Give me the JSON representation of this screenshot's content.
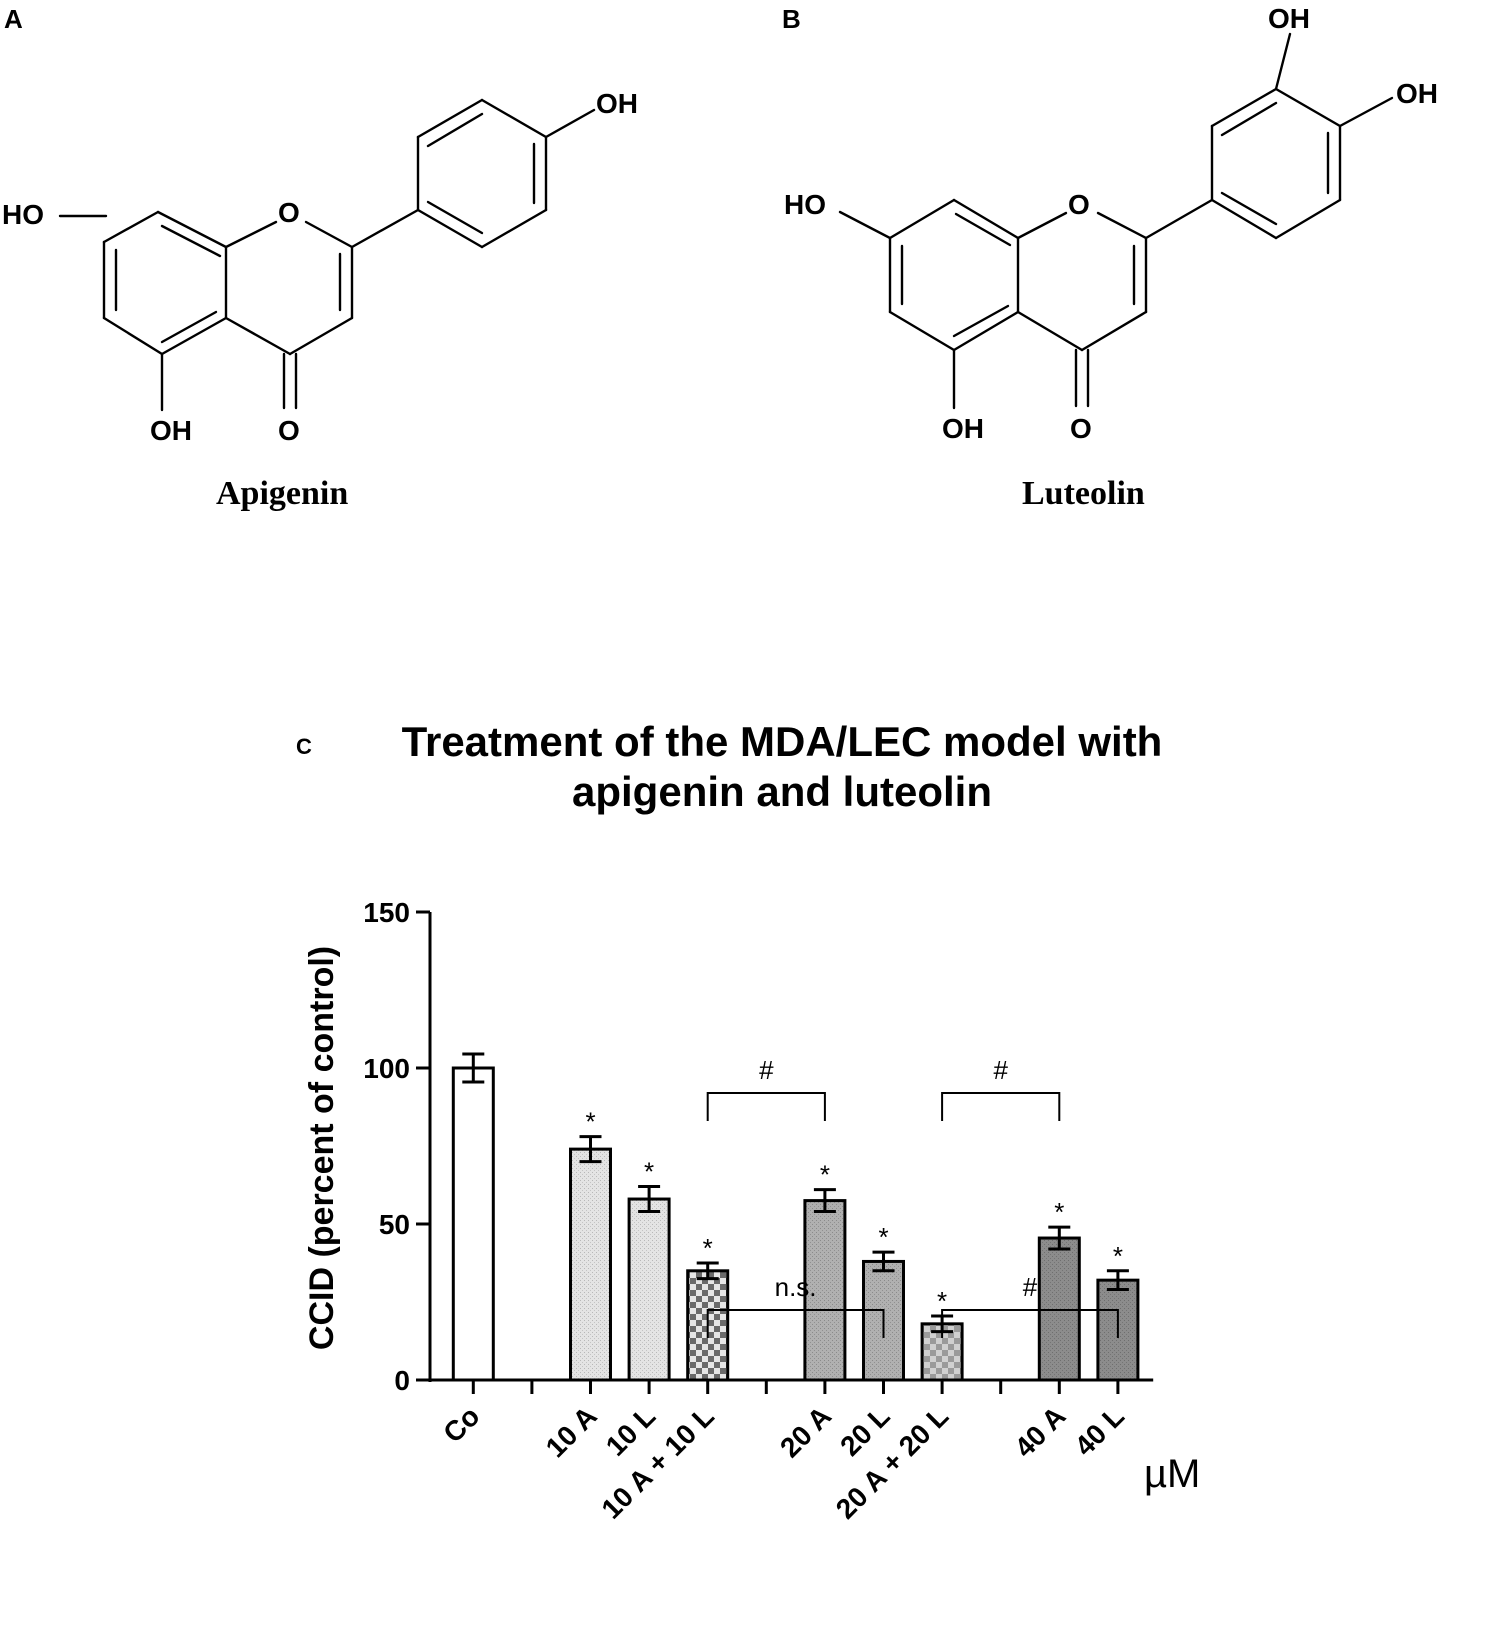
{
  "panels": {
    "a": "A",
    "b": "B",
    "c": "C"
  },
  "molecules": {
    "apigenin": {
      "name": "Apigenin",
      "groups": [
        "OH",
        "HO",
        "O",
        "OH",
        "O"
      ]
    },
    "luteolin": {
      "name": "Luteolin",
      "groups": [
        "OH",
        "OH",
        "HO",
        "O",
        "OH",
        "O"
      ]
    }
  },
  "chart_data": {
    "type": "bar",
    "title_line1": "Treatment of the MDA/LEC model with",
    "title_line2": "apigenin and luteolin",
    "ylabel": "CCID (percent of control)",
    "xunit": "µM",
    "ylim": [
      0,
      150
    ],
    "yticks": [
      "0",
      "50",
      "100",
      "150"
    ],
    "categories": [
      "Co",
      "10 A",
      "10 L",
      "10 A + 10 L",
      "20 A",
      "20 L",
      "20 A + 20 L",
      "40 A",
      "40 L"
    ],
    "values": [
      100,
      74,
      58,
      35,
      57.5,
      38,
      18,
      45.5,
      32
    ],
    "errors": [
      4.5,
      4,
      4,
      2.5,
      3.5,
      3,
      2.5,
      3.5,
      3
    ],
    "significance": [
      "",
      "*",
      "*",
      "*",
      "*",
      "*",
      "*",
      "*",
      "*"
    ],
    "fill_styles": [
      "white",
      "light",
      "light",
      "checker-dark",
      "medium",
      "medium",
      "checker-light",
      "dark",
      "dark"
    ],
    "comparisons": [
      {
        "from": "10 A + 10 L",
        "to": "20 L",
        "label": "n.s."
      },
      {
        "from": "10 A + 10 L",
        "to": "20 A",
        "label": "#"
      },
      {
        "from": "20 A + 20 L",
        "to": "40 L",
        "label": "#"
      },
      {
        "from": "20 A + 20 L",
        "to": "40 A",
        "label": "#"
      }
    ]
  }
}
